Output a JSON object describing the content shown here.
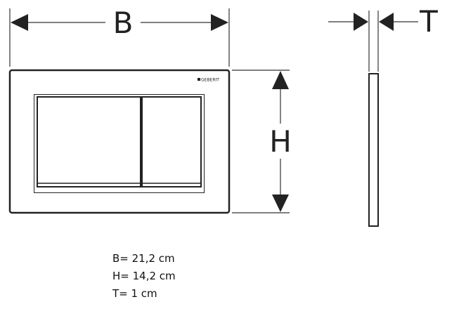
{
  "labels": {
    "width": "B",
    "height": "H",
    "thickness": "T"
  },
  "logo": "GEBERIT",
  "specs": [
    "B= 21,2 cm",
    "H= 14,2 cm",
    "T= 1 cm"
  ],
  "colors": {
    "line": "#222222",
    "background": "#ffffff"
  }
}
